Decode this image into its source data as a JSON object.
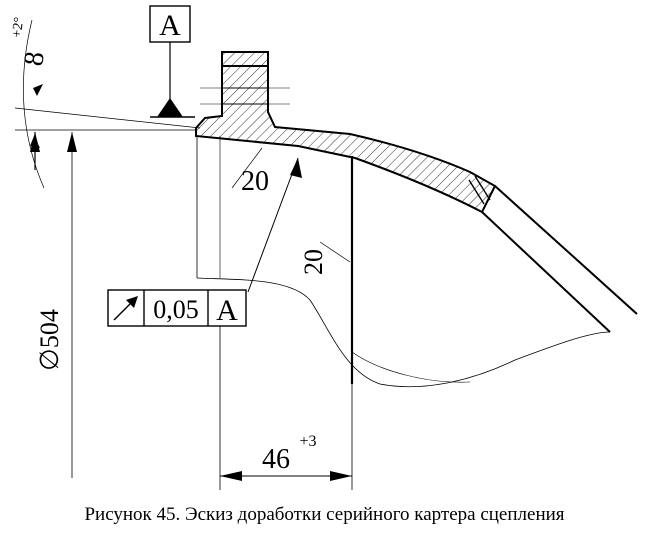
{
  "drawing": {
    "datum_letter": "A",
    "angle_value": "8",
    "angle_tolerance": "+2°",
    "diameter_symbol": "∅",
    "diameter_value": "504",
    "thickness_top": "20",
    "thickness_side": "20",
    "tolerance_value": "0,05",
    "tolerance_datum": "A",
    "length_value": "46",
    "length_tolerance": "+3"
  },
  "caption": "Рисунок 45. Эскиз доработки серийного картера сцепления"
}
